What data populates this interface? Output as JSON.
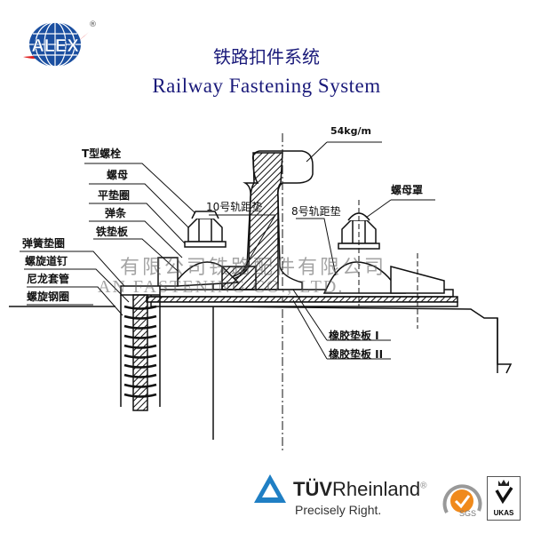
{
  "brand": {
    "logo_text": "ALEX",
    "registered": "®"
  },
  "header": {
    "title_cn": "铁路扣件系统",
    "title_en": "Railway Fastening System"
  },
  "diagram": {
    "labels": {
      "t_bolt": "T型螺栓",
      "nut": "螺母",
      "flat_washer": "平垫圈",
      "elastic_clip": "弹条",
      "iron_plate": "铁垫板",
      "spring_washer": "弹簧垫圈",
      "screw_spike": "螺旋道钉",
      "nylon_sleeve": "尼龙套管",
      "spiral_ring": "螺旋钢圈",
      "gauge_block_10": "10号轨距垫",
      "gauge_block_8": "8号轨距垫",
      "rail_type": "54kg/m",
      "nut_cap": "螺母罩",
      "rubber_pad_1": "橡胶垫板 I",
      "rubber_pad_2": "橡胶垫板 II"
    },
    "watermark_cn": "有限公司铁路配件有限公司",
    "watermark_en": "AN    FASTENING CO., LTD."
  },
  "certifications": {
    "tuv_bold": "TÜV",
    "tuv_rest": "Rheinland",
    "tuv_reg": "®",
    "tuv_slogan": "Precisely Right.",
    "sgs": "SGS",
    "ukas": "UKAS"
  },
  "colors": {
    "title": "#1a1a7a",
    "tuv_blue": "#1f7fc4",
    "sgs_orange": "#f08a1c",
    "alex_blue": "#1b4fa0",
    "alex_red": "#e02020"
  }
}
